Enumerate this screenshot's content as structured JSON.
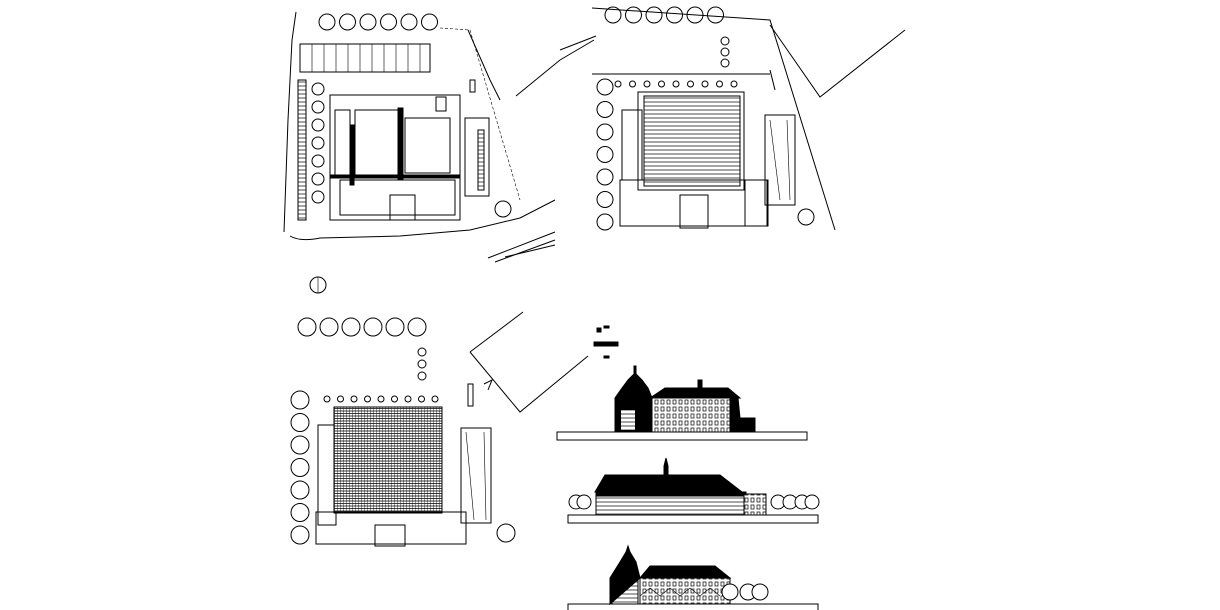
{
  "colors": {
    "ink": "#000000",
    "paper": "#ffffff"
  },
  "drawing": {
    "sheets": [
      {
        "name": "site-plan-ground-floor"
      },
      {
        "name": "site-plan-upper-floor"
      },
      {
        "name": "site-plan-roof"
      },
      {
        "name": "elevations"
      }
    ]
  }
}
